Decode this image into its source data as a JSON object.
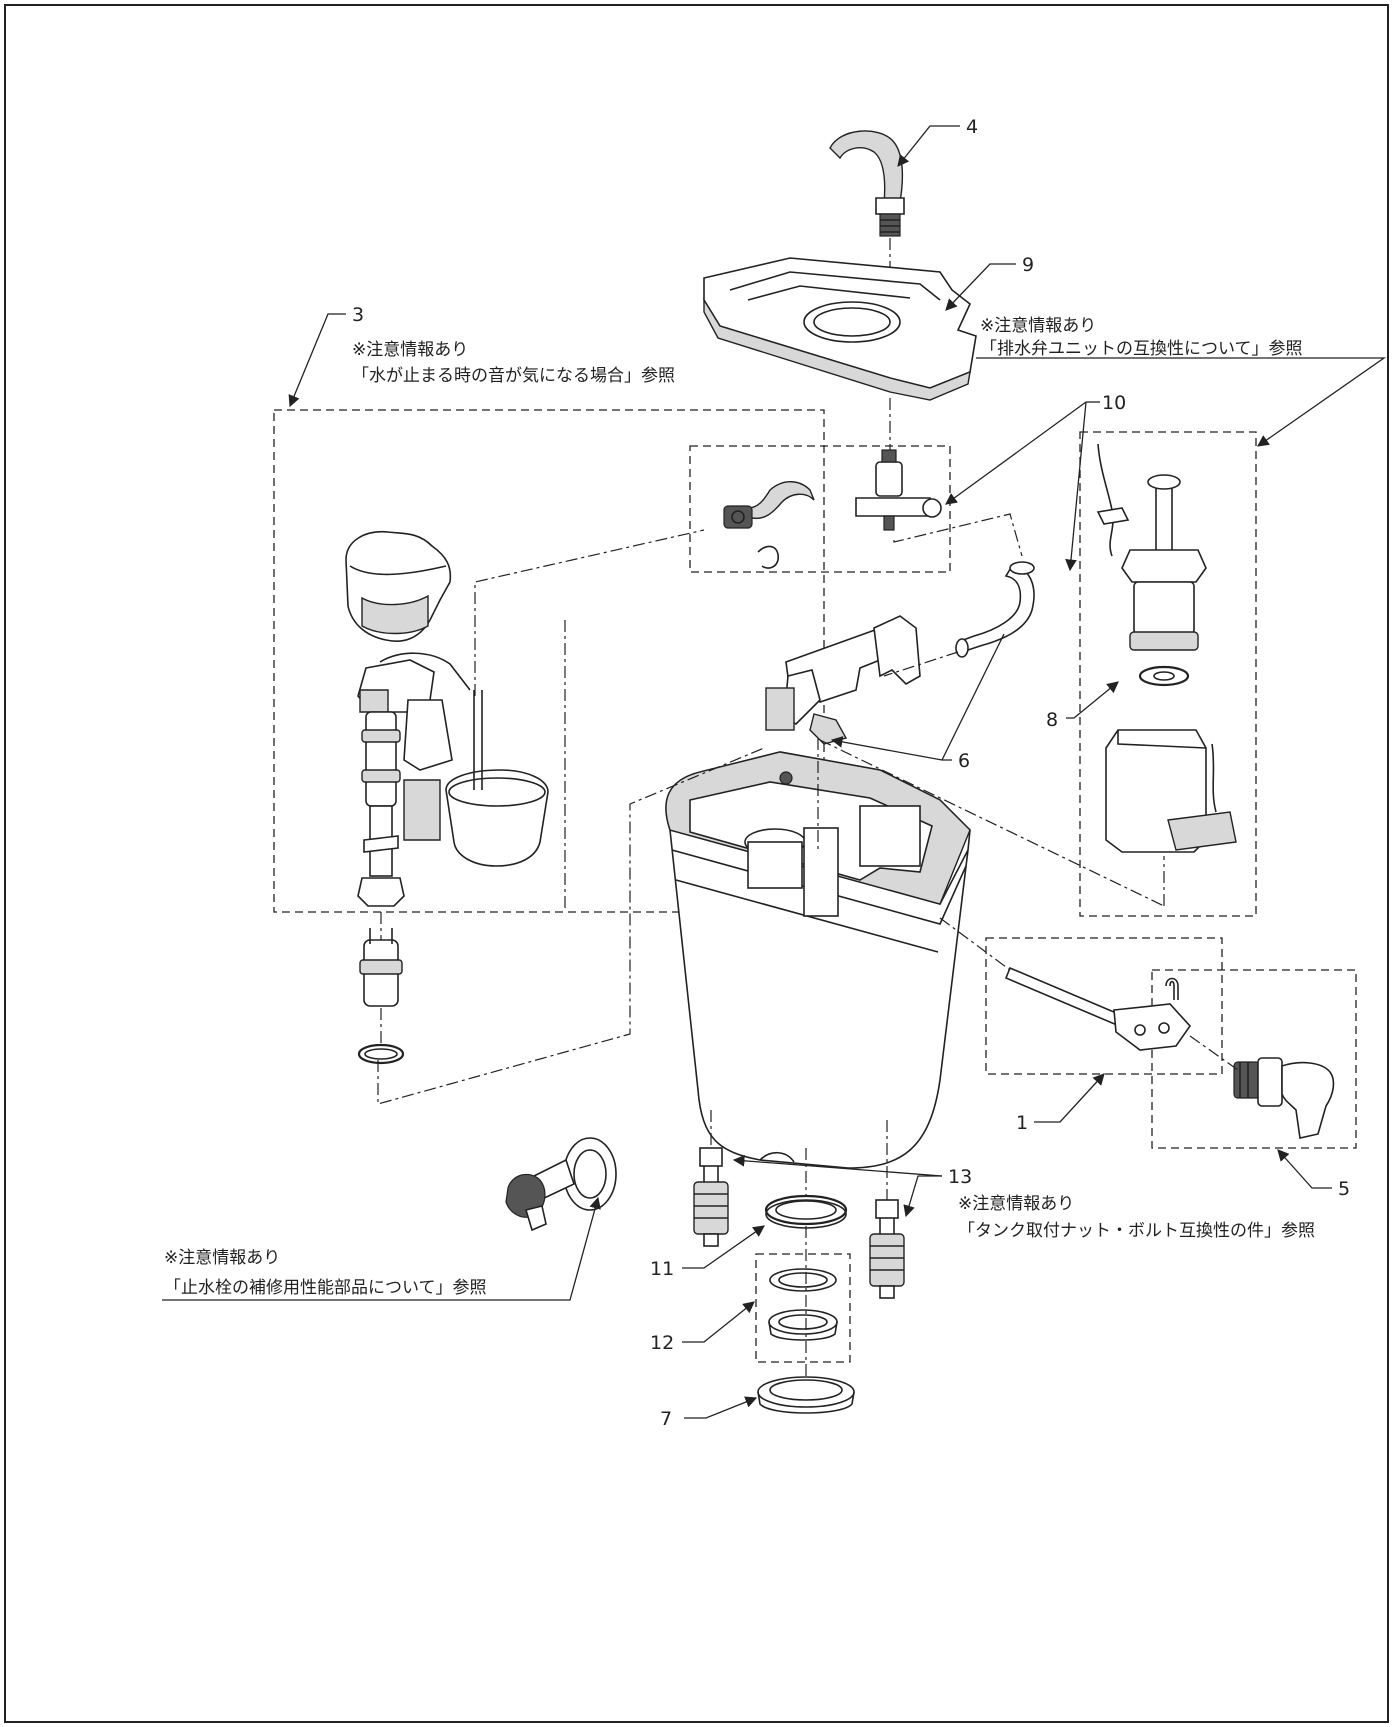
{
  "labels": {
    "p1": "1",
    "p3": "3",
    "p4": "4",
    "p5": "5",
    "p6": "6",
    "p7": "7",
    "p8": "8",
    "p9": "9",
    "p10": "10",
    "p11": "11",
    "p12": "12",
    "p13": "13"
  },
  "notes": {
    "n3_line1": "※注意情報あり",
    "n3_line2": "「水が止まる時の音が気になる場合」参照",
    "n9_line1": "※注意情報あり",
    "n9_line2": "「排水弁ユニットの互換性について」参照",
    "n13_line1": "※注意情報あり",
    "n13_line2": "「タンク取付ナット・ボルト互換性の件」参照",
    "nvalve_line1": "※注意情報あり",
    "nvalve_line2": "「止水栓の補修用性能部品について」参照"
  },
  "colors": {
    "line": "#222222",
    "background": "#ffffff",
    "shade": "#d8d8d8"
  }
}
